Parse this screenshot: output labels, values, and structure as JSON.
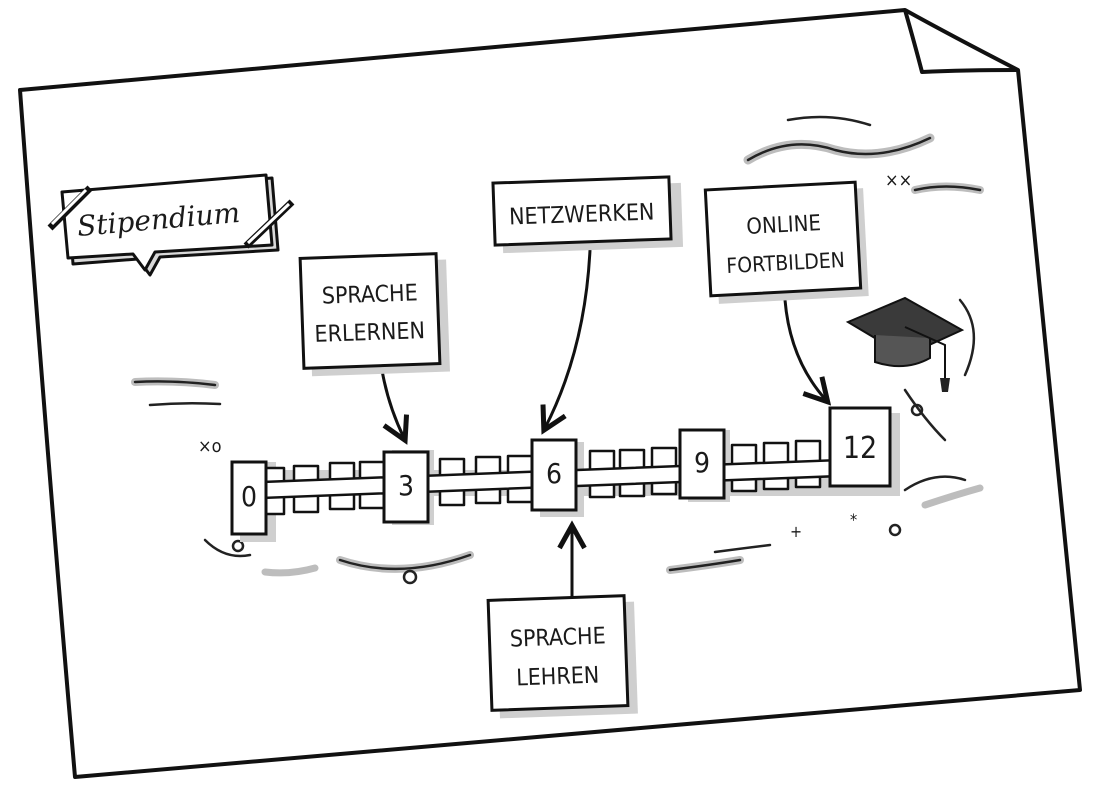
{
  "badge": {
    "label": "Stipendium"
  },
  "timeline": {
    "markers": [
      {
        "label": "0"
      },
      {
        "label": "3"
      },
      {
        "label": "6"
      },
      {
        "label": "9"
      },
      {
        "label": "12"
      }
    ]
  },
  "callouts": {
    "sprache_erlernen": {
      "line1": "SPRACHE",
      "line2": "ERLERNEN"
    },
    "netzwerken": {
      "line1": "NETZWERKEN"
    },
    "online_fortbilden": {
      "line1": "ONLINE",
      "line2": "FORTBILDEN"
    },
    "sprache_lehren": {
      "line1": "SPRACHE",
      "line2": "LEHREN"
    }
  },
  "icons": [
    "graduation-cap-icon",
    "speech-bubble-tag-icon",
    "arrow-icon",
    "doodle-swirl-icon"
  ]
}
